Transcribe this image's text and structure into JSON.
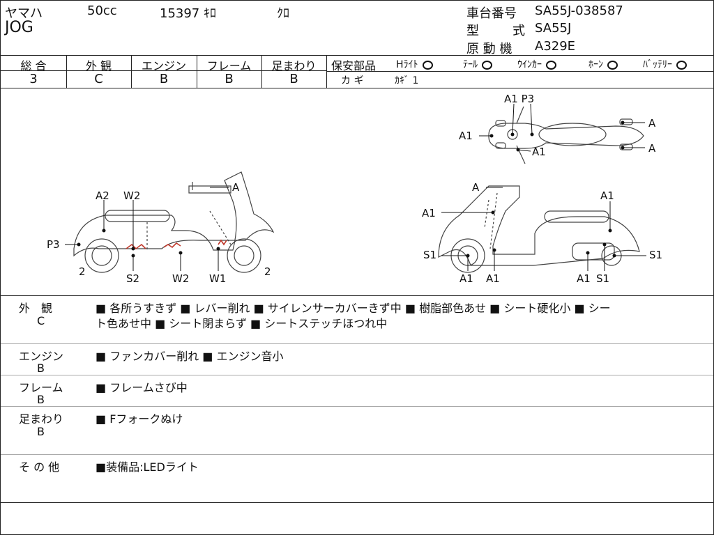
{
  "header": {
    "maker": "ヤマハ",
    "cc": "50cc",
    "mileage": "15397 ｷﾛ",
    "color": "ｸﾛ",
    "model": "JOG",
    "chassis_label": "車台番号",
    "chassis_value": "SA55J-038587",
    "type_label_1": "型",
    "type_label_2": "式",
    "type_value": "SA55J",
    "engine_label": "原 動 機",
    "engine_value": "A329E"
  },
  "grades": [
    {
      "label": "総 合",
      "value": "3"
    },
    {
      "label": "外 観",
      "value": "C"
    },
    {
      "label": "エンジン",
      "value": "B"
    },
    {
      "label": "フレーム",
      "value": "B"
    },
    {
      "label": "足まわり",
      "value": "B"
    }
  ],
  "safety": {
    "label": "保安部品",
    "items": [
      {
        "name": "Hﾗｲﾄ"
      },
      {
        "name": "ﾃｰﾙ"
      },
      {
        "name": "ｳｲﾝｶｰ"
      },
      {
        "name": "ﾎｰﾝ"
      },
      {
        "name": "ﾊﾞｯﾃﾘｰ"
      }
    ],
    "key_label": "カ ギ",
    "key_value": "ｶｷﾞ 1"
  },
  "diagram": {
    "top": {
      "a1_p3": "A1 P3",
      "a1_left": "A1",
      "a1_bottom": "A1",
      "a_upper": "A",
      "a_lower": "A"
    },
    "left": {
      "a": "A",
      "a2": "A2",
      "w2_top": "W2",
      "p3": "P3",
      "two_left": "2",
      "s2": "S2",
      "w2_bottom": "W2",
      "w1": "W1",
      "two_right": "2"
    },
    "right": {
      "a": "A",
      "a1_top": "A1",
      "a1_left": "A1",
      "s1_left": "S1",
      "a1_b1": "A1",
      "a1_b2": "A1",
      "a1_b3": "A1",
      "s1_b": "S1",
      "s1_right": "S1"
    }
  },
  "remarks": [
    {
      "label": "外　観",
      "grade": "C",
      "lines": [
        "■ 各所うすきず ■ レバー削れ ■ サイレンサーカバーきず中 ■ 樹脂部色あせ ■ シート硬化小 ■ シー",
        "ト色あせ中 ■ シート閉まらず ■ シートステッチほつれ中"
      ]
    },
    {
      "label": "エンジン",
      "grade": "B",
      "lines": [
        "■ ファンカバー削れ ■ エンジン音小"
      ]
    },
    {
      "label": "フレーム",
      "grade": "B",
      "lines": [
        "■ フレームさび中"
      ]
    },
    {
      "label": "足まわり",
      "grade": "B",
      "lines": [
        "■ Fフォークぬけ"
      ]
    },
    {
      "label": "そ の 他",
      "grade": "",
      "lines": [
        "■装備品:LEDライト"
      ]
    }
  ]
}
